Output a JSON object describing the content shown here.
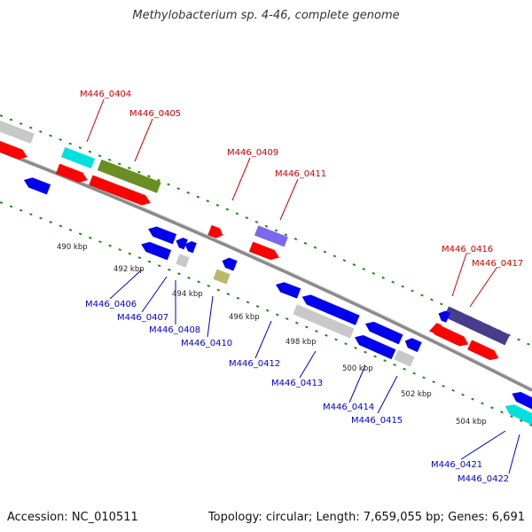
{
  "title": "Methylobacterium sp. 4-46, complete genome",
  "footer": {
    "accession": "Accession: NC_010511",
    "summary": "Topology: circular; Length: 7,659,055 bp; Genes: 6,691"
  },
  "colors": {
    "backbone": "#8a8a8a",
    "tick": "#1d8a1d",
    "label_top": "#cc0000",
    "label_bottom": "#0000cc"
  },
  "scale": {
    "kbp_labels": [
      "490 kbp",
      "492 kbp",
      "494 kbp",
      "496 kbp",
      "498 kbp",
      "500 kbp",
      "502 kbp",
      "504 kbp"
    ]
  },
  "genes": {
    "top": [
      "M446_0404",
      "M446_0405",
      "M446_0409",
      "M446_0411",
      "M446_0416",
      "M446_0417"
    ],
    "bottom": [
      "M446_0406",
      "M446_0407",
      "M446_0408",
      "M446_0410",
      "M446_0412",
      "M446_0413",
      "M446_0414",
      "M446_0415",
      "M446_0421",
      "M446_0422"
    ]
  }
}
